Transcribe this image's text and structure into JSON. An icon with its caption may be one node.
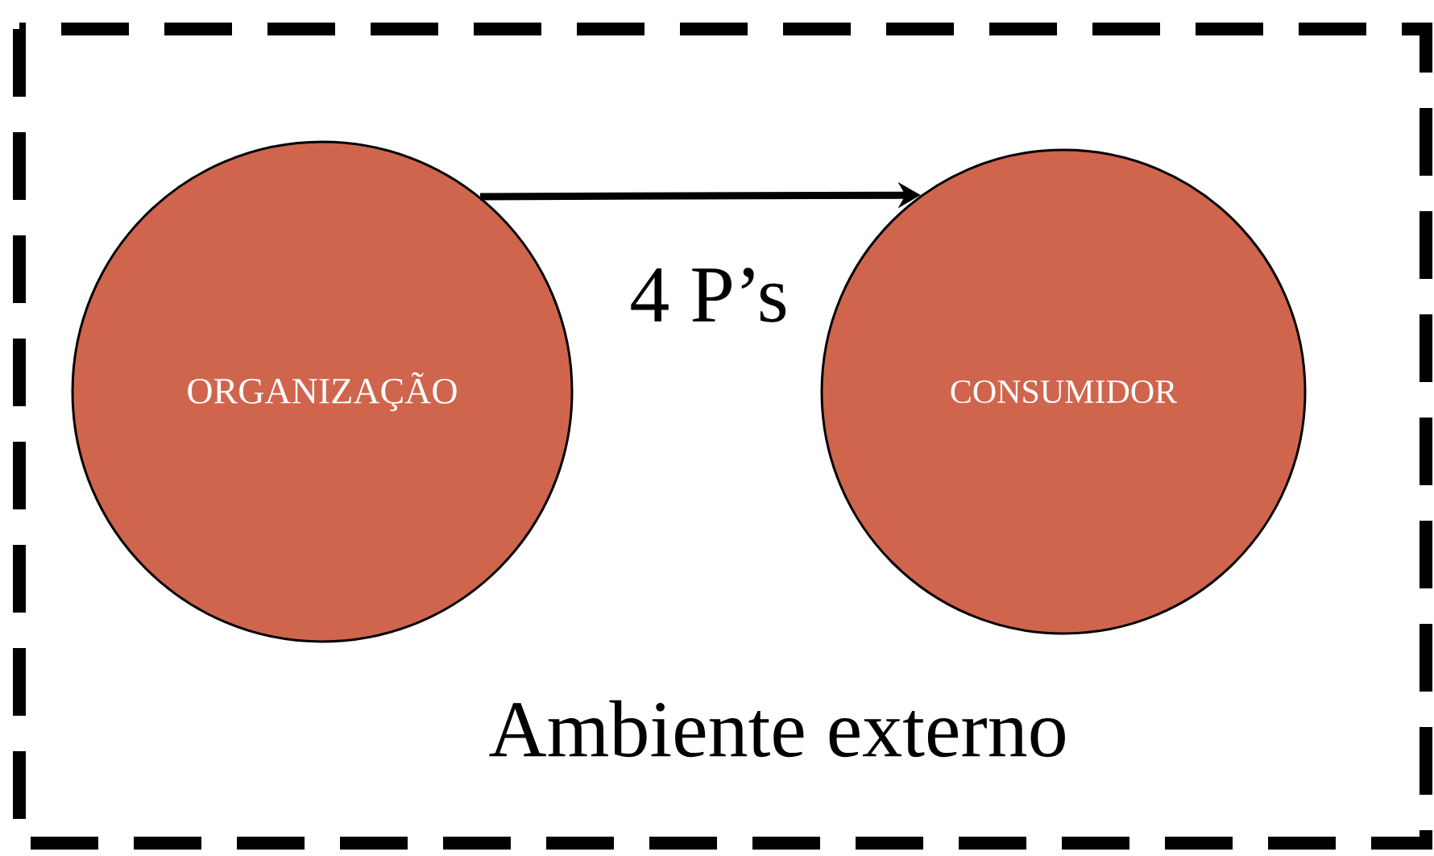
{
  "diagram": {
    "nodes": [
      {
        "text": [
          "Ambiente externo"
        ]
      },
      {
        "text": [
          "ORGANIZAÇÃO"
        ],
        "in": 0
      },
      {
        "text": [
          "CONSUMIDOR"
        ],
        "in": 0
      }
    ],
    "edges": [
      {
        "from": 1,
        "to": 2,
        "arrow": "to",
        "label": "4 P’s"
      }
    ]
  }
}
